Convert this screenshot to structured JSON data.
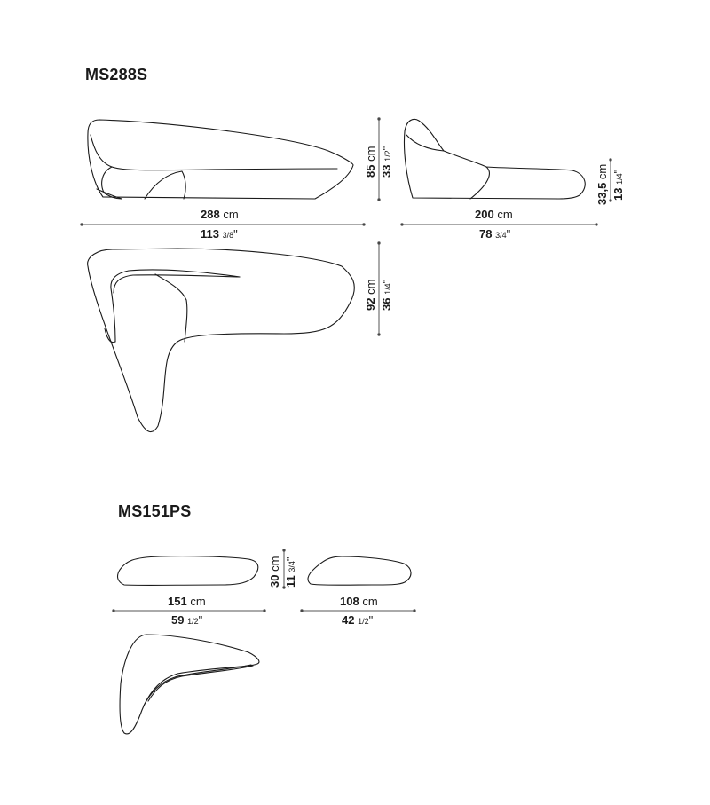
{
  "products": [
    {
      "code": "MS288S",
      "views": {
        "front": {
          "width_cm": "288",
          "width_in_whole": "113",
          "width_in_frac": "3/8",
          "height_cm": "85",
          "height_in_whole": "33",
          "height_in_frac": "1/2"
        },
        "side": {
          "width_cm": "200",
          "width_in_whole": "78",
          "width_in_frac": "3/4",
          "height_cm": "33,5",
          "height_in_whole": "13",
          "height_in_frac": "1/4"
        },
        "top": {
          "depth_cm": "92",
          "depth_in_whole": "36",
          "depth_in_frac": "1/4"
        }
      }
    },
    {
      "code": "MS151PS",
      "views": {
        "front": {
          "width_cm": "151",
          "width_in_whole": "59",
          "width_in_frac": "1/2",
          "height_cm": "30",
          "height_in_whole": "11",
          "height_in_frac": "3/4"
        },
        "side": {
          "width_cm": "108",
          "width_in_whole": "42",
          "width_in_frac": "1/2"
        },
        "top": {}
      }
    }
  ],
  "units": {
    "cm": "cm",
    "inch": "\""
  },
  "colors": {
    "line": "#1a1a1a",
    "dim_line": "#555555",
    "background": "#ffffff"
  }
}
